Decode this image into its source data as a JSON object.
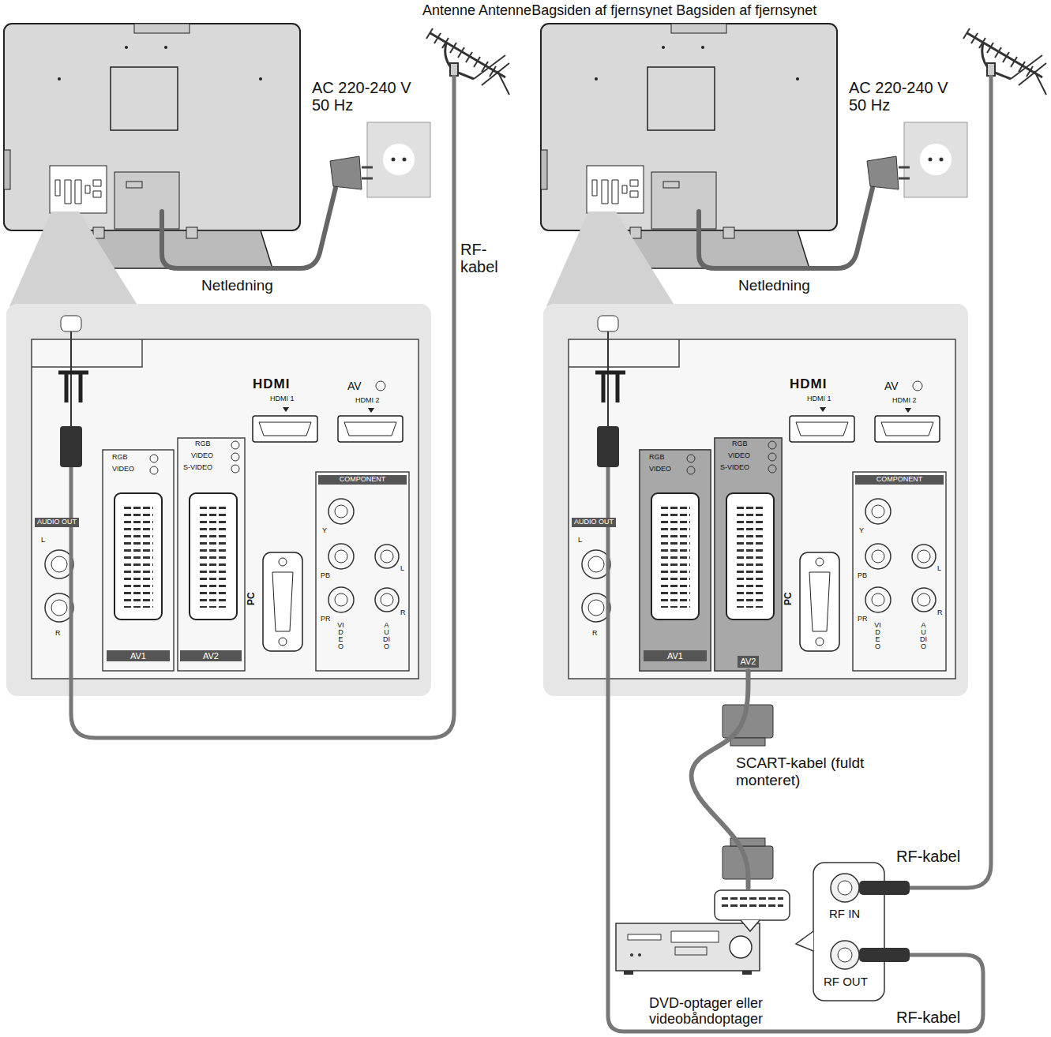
{
  "diagram": {
    "nodes": [
      {
        "text": [
          "AV2"
        ]
      },
      {
        "text": [
          "DVD-optager eller videobåndoptager"
        ]
      }
    ],
    "edges": [
      {
        "from": 0,
        "to": 1,
        "arrow": "none",
        "label": "SCART-kabel (fuldt monteret)"
      }
    ],
    "labels": [
      "Antenne AntenneBagsiden af fjernsynet Bagsiden af fjernsynet",
      "AC 220-240 V 50 Hz",
      "Netledning",
      "RF- kabel",
      "HDMI",
      "HDMI 1",
      "AV",
      "HDMI 2",
      "RGB",
      "VIDEO",
      "RGB",
      "VIDEO",
      "S-VIDEO",
      "AUDIO OUT",
      "L",
      "R",
      "AV1",
      "AV2",
      "PC",
      "COMPONENT",
      "Y",
      "PB",
      "PR",
      "L",
      "R",
      "VIDEO",
      "AUDIO",
      "AC 220-240 V 50 Hz",
      "Netledning",
      "HDMI",
      "HDMI 1",
      "AV",
      "HDMI 2",
      "RGB",
      "VIDEO",
      "RGB",
      "VIDEO",
      "S-VIDEO",
      "AUDIO OUT",
      "L",
      "R",
      "AV1",
      "PC",
      "COMPONENT",
      "Y",
      "PB",
      "PR",
      "L",
      "R",
      "VIDEO",
      "AUDIO",
      "RF-kabel",
      "RF IN",
      "RF OUT",
      "RF-kabel"
    ]
  }
}
